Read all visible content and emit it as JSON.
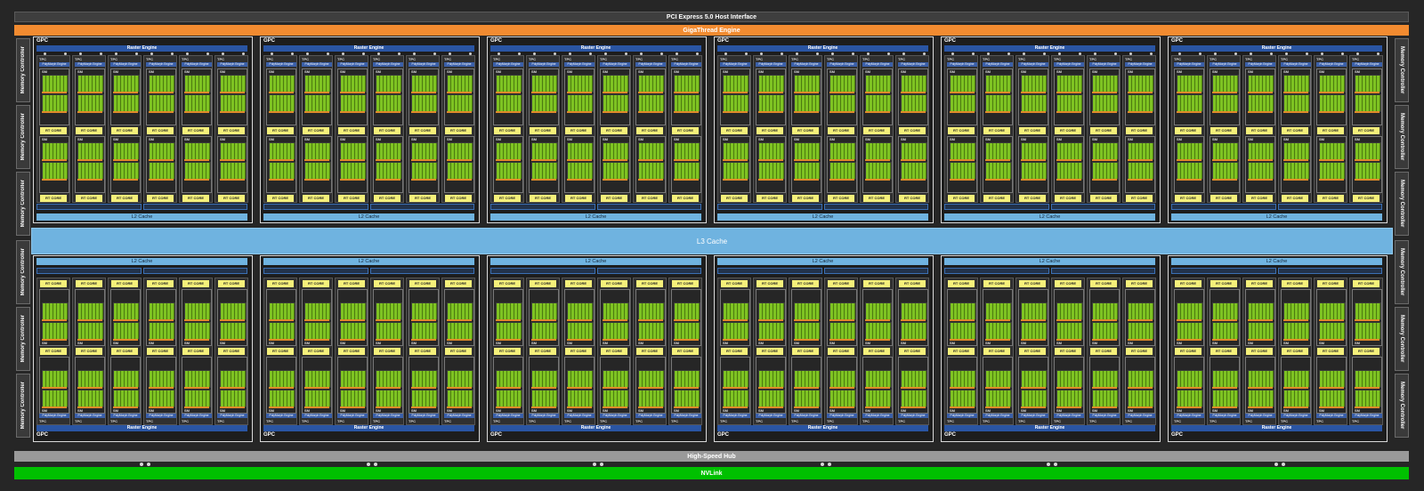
{
  "interconnect": {
    "pcie": "PCI Express 5.0 Host Interface",
    "gigathread": "GigaThread Engine",
    "l3": "L3 Cache",
    "hub": "High-Speed Hub",
    "nvlink": "NVLink"
  },
  "memory_controller_label": "Memory Controller",
  "gpc": {
    "label": "GPC",
    "raster": "Raster Engine",
    "l2": "L2 Cache",
    "tpc": "TPC",
    "polymorph": "PolyMorph Engine",
    "sm": "SM",
    "rt_core": "RT CORE"
  },
  "colors": {
    "gigathread": "#f28b30",
    "cache": "#6fb3e0",
    "nvlink": "#00c000",
    "rt_core": "#f5f07a",
    "cuda_core": "#7ec322",
    "raster": "#2a55a3"
  }
}
